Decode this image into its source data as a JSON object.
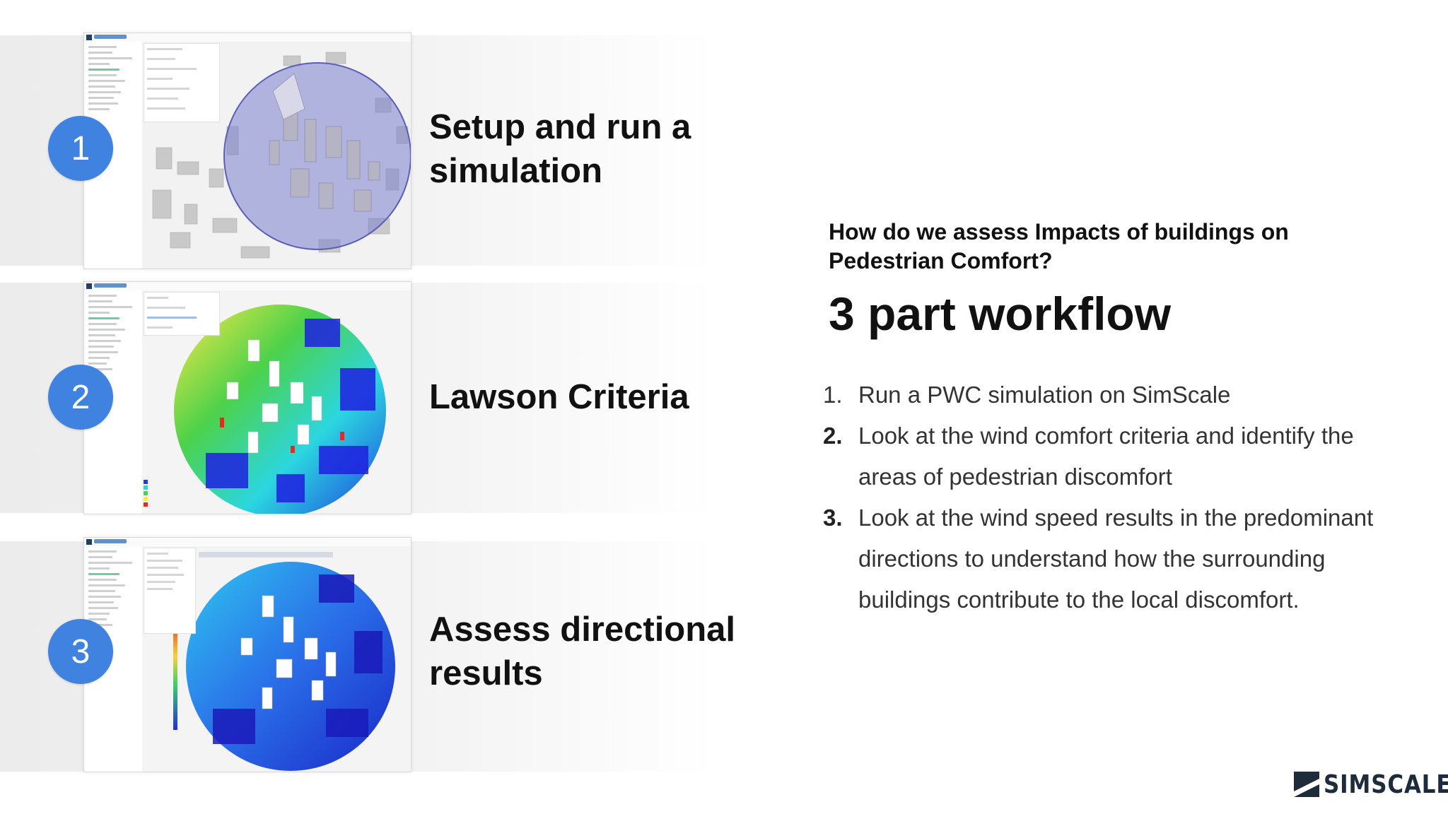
{
  "steps": [
    {
      "number": "1",
      "title_line1": "Setup and run a",
      "title_line2": "simulation"
    },
    {
      "number": "2",
      "title_line1": "Lawson Criteria",
      "title_line2": ""
    },
    {
      "number": "3",
      "title_line1": "Assess directional",
      "title_line2": "results"
    }
  ],
  "question": "How do we assess Impacts of buildings on Pedestrian Comfort?",
  "headline": "3 part workflow",
  "workflow": [
    {
      "num": "1.",
      "text": "Run a PWC simulation on SimScale"
    },
    {
      "num": "2.",
      "text": "Look at the wind comfort criteria and identify the areas of pedestrian discomfort"
    },
    {
      "num": "3.",
      "text": "Look at the wind speed results in the predominant directions to understand how the surrounding buildings contribute to the local discomfort."
    }
  ],
  "brand": {
    "wordmark": "SIMSCALE",
    "color": "#1e2b3a"
  },
  "colors": {
    "badge": "#3f82e0",
    "region": "#7b7fd0"
  }
}
